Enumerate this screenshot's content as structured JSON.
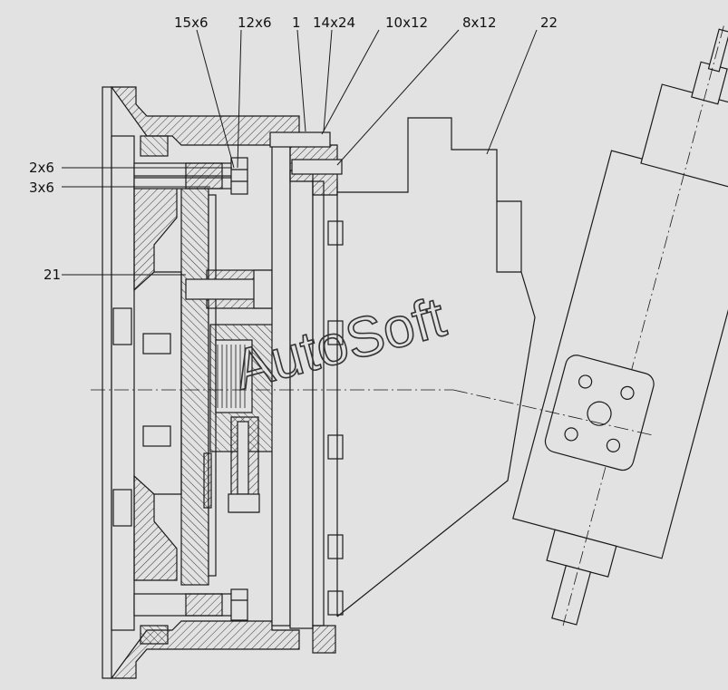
{
  "watermark": "AutoSoft",
  "colors": {
    "background": "#e2e2e2",
    "line": "#1a1a1a"
  },
  "callouts": [
    {
      "id": "c15",
      "text": "15x6"
    },
    {
      "id": "c12",
      "text": "12x6"
    },
    {
      "id": "c1",
      "text": "1"
    },
    {
      "id": "c14",
      "text": "14x24"
    },
    {
      "id": "c10",
      "text": "10x12"
    },
    {
      "id": "c8",
      "text": "8x12"
    },
    {
      "id": "c22",
      "text": "22"
    },
    {
      "id": "c2",
      "text": "2x6"
    },
    {
      "id": "c3",
      "text": "3x6"
    },
    {
      "id": "c21",
      "text": "21"
    }
  ]
}
